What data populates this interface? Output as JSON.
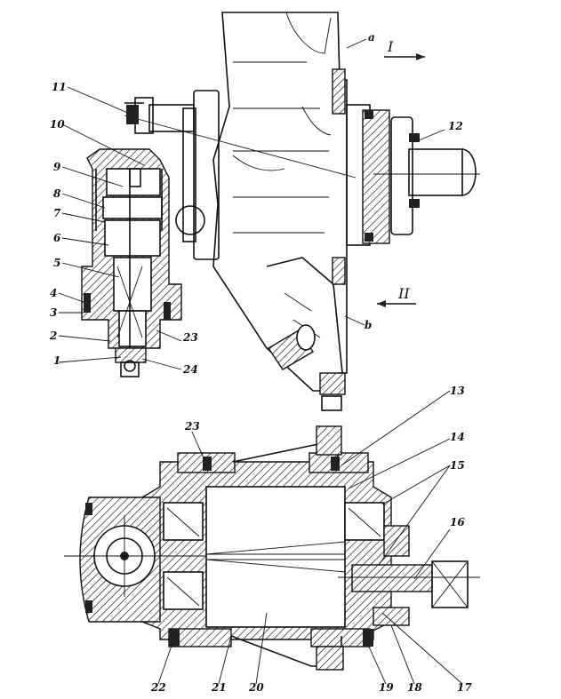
{
  "diagram": {
    "callouts": [
      {
        "id": "1",
        "text": "1"
      },
      {
        "id": "2",
        "text": "2"
      },
      {
        "id": "3",
        "text": "3"
      },
      {
        "id": "4",
        "text": "4"
      },
      {
        "id": "5",
        "text": "5"
      },
      {
        "id": "6",
        "text": "6"
      },
      {
        "id": "7",
        "text": "7"
      },
      {
        "id": "8",
        "text": "8"
      },
      {
        "id": "9",
        "text": "9"
      },
      {
        "id": "10",
        "text": "10"
      },
      {
        "id": "11",
        "text": "11"
      },
      {
        "id": "12",
        "text": "12"
      },
      {
        "id": "13",
        "text": "13"
      },
      {
        "id": "14",
        "text": "14"
      },
      {
        "id": "15",
        "text": "15"
      },
      {
        "id": "16",
        "text": "16"
      },
      {
        "id": "17",
        "text": "17"
      },
      {
        "id": "18",
        "text": "18"
      },
      {
        "id": "19",
        "text": "19"
      },
      {
        "id": "20",
        "text": "20"
      },
      {
        "id": "21",
        "text": "21"
      },
      {
        "id": "22",
        "text": "22"
      },
      {
        "id": "23a",
        "text": "23"
      },
      {
        "id": "23b",
        "text": "23"
      },
      {
        "id": "24",
        "text": "24"
      }
    ],
    "letters": {
      "a": "a",
      "b": "b"
    },
    "flows": {
      "one": "I",
      "two": "II"
    }
  }
}
